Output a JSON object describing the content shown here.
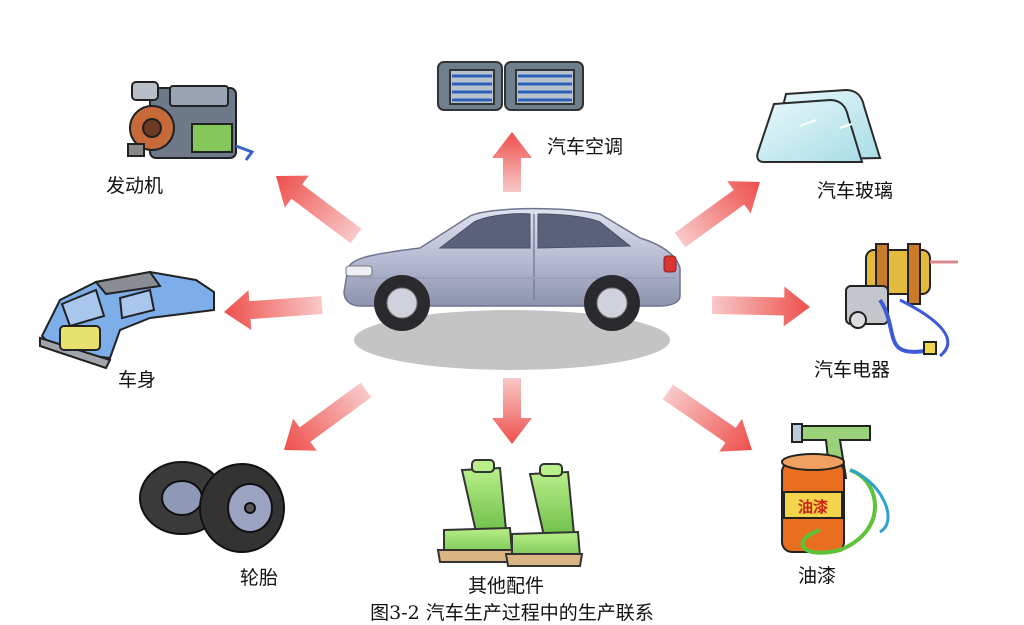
{
  "center": {
    "icon": "sedan-car-icon"
  },
  "components": [
    {
      "id": "air-conditioner",
      "label": "汽车空调",
      "icon": "air-conditioner-icon"
    },
    {
      "id": "glass",
      "label": "汽车玻璃",
      "icon": "windshield-glass-icon"
    },
    {
      "id": "electrical",
      "label": "汽车电器",
      "icon": "electrical-motor-icon"
    },
    {
      "id": "paint",
      "label": "油漆",
      "icon": "paint-can-spray-gun-icon",
      "can_label": "油漆"
    },
    {
      "id": "seats",
      "label": "其他配件",
      "icon": "car-seats-icon"
    },
    {
      "id": "tires",
      "label": "轮胎",
      "icon": "tires-icon"
    },
    {
      "id": "body",
      "label": "车身",
      "icon": "car-body-shell-icon"
    },
    {
      "id": "engine",
      "label": "发动机",
      "icon": "engine-icon"
    }
  ],
  "caption": "图3-2   汽车生产过程中的生产联系",
  "colors": {
    "arrow": "#f0605c",
    "car_body": "#b9bfd6",
    "shadow": "#c4c4c4"
  }
}
